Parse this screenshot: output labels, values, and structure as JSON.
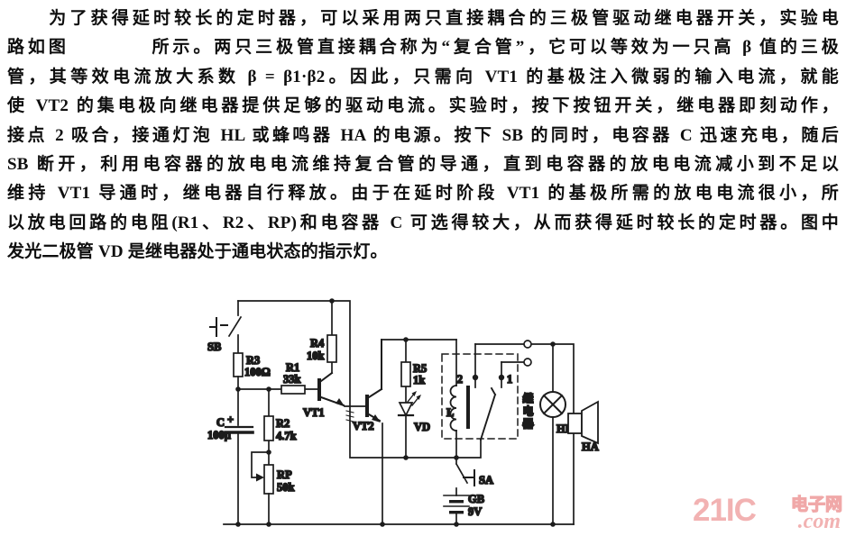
{
  "document": {
    "lines": [
      "　　为了获得延时较长的定时器，可以采用两只直接耦合的三极管驱动继电器开关，实验电",
      "路如图　　　　所示。两只三极管直接耦合称为“复合管”，它可以等效为一只高 β 值的三极",
      "管，其等效电流放大系数 β = β1·β2。因此，只需向 VT1 的基极注入微弱的输入电流，就能",
      "使 VT2 的集电极向继电器提供足够的驱动电流。实验时，按下按钮开关，继电器即刻动作，",
      "接点 2 吸合，接通灯泡 HL 或蜂鸣器 HA 的电源。按下 SB 的同时，电容器 C 迅速充电，随后",
      "SB 断开，利用电容器的放电电流维持复合管的导通，直到电容器的放电电流减小到不足以",
      "维持 VT1 导通时，继电器自行释放。由于在延时阶段 VT1 的基极所需的放电电流很小，所",
      "以放电回路的电阻(R1、R2、RP)和电容器 C 可选得较大，从而获得延时较长的定时器。图中",
      "发光二极管 VD 是继电器处于通电状态的指示灯。"
    ]
  },
  "circuit": {
    "components": {
      "sb": "SB",
      "r3": "R3",
      "r3_value": "100Ω",
      "r1": "R1",
      "r1_value": "33k",
      "r4": "R4",
      "r4_value": "10k",
      "vt1": "VT1",
      "vt2": "VT2",
      "c": "C",
      "c_polarity": "+",
      "c_value": "100μ",
      "r2": "R2",
      "r2_value": "4.7k",
      "rp": "RP",
      "rp_value": "50k",
      "r5": "R5",
      "r5_value": "1k",
      "vd": "VD",
      "coil": "L",
      "contact_2": "2",
      "contact_1": "1",
      "relay": "继电器",
      "hl": "HL",
      "ha": "HA",
      "sa": "SA",
      "gb": "GB",
      "gb_value": "9V",
      "battery_voltage": "9V"
    }
  },
  "watermark": {
    "brand": "21IC",
    "site": "电子网",
    "domain": ".com",
    "color": "#f2b2b2"
  }
}
